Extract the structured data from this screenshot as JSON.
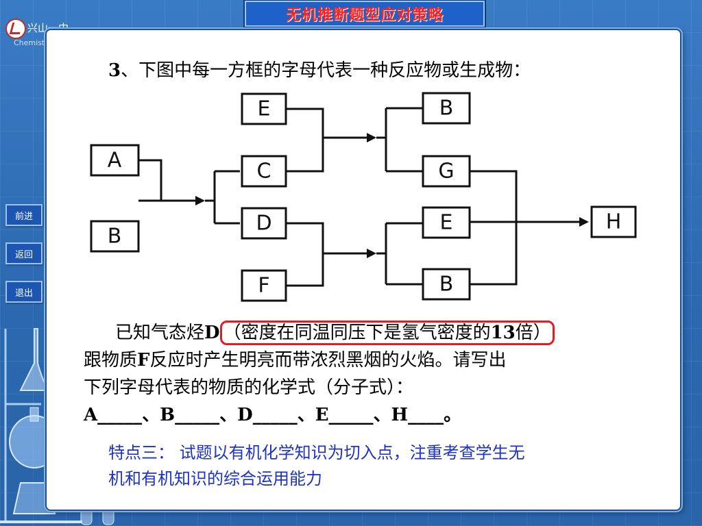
{
  "header": {
    "title": "无机推断题型应对策略"
  },
  "logo": {
    "name": "兴山一中",
    "subtitle": "Chemistry"
  },
  "nav": {
    "forward": "前进",
    "back": "返回",
    "exit": "退出"
  },
  "question": {
    "number": "3",
    "title": "、下图中每一方框的字母代表一种反应物或生成物："
  },
  "diagram": {
    "nodes": {
      "A": "A",
      "B_left": "B",
      "E_top": "E",
      "C": "C",
      "D": "D",
      "F": "F",
      "B_top": "B",
      "G": "G",
      "E_mid": "E",
      "B_bottom": "B",
      "H": "H"
    }
  },
  "body": {
    "line1_prefix": "已知气态烃",
    "line1_bold": "D",
    "line1_highlight_pre": "（密度在同温同压下是氢气密度的",
    "line1_highlight_num": "13",
    "line1_highlight_post": "倍）",
    "line2_pre": "跟物质",
    "line2_bold": "F",
    "line2_post": "反应时产生明亮而带浓烈黑烟的火焰。请写出",
    "line3": "下列字母代表的物质的化学式（分子式）：",
    "line4": "A_____、B_____、D_____、E_____、H____。"
  },
  "feature": {
    "line1": "特点三： 试题以有机化学知识为切入点，注重考查学生无",
    "line2": "机和有机知识的综合运用能力"
  },
  "colors": {
    "title_text": "#ff2020",
    "highlight_border": "#e31b23",
    "feature_text": "#1d32c8",
    "background": "#2f6fb8"
  }
}
